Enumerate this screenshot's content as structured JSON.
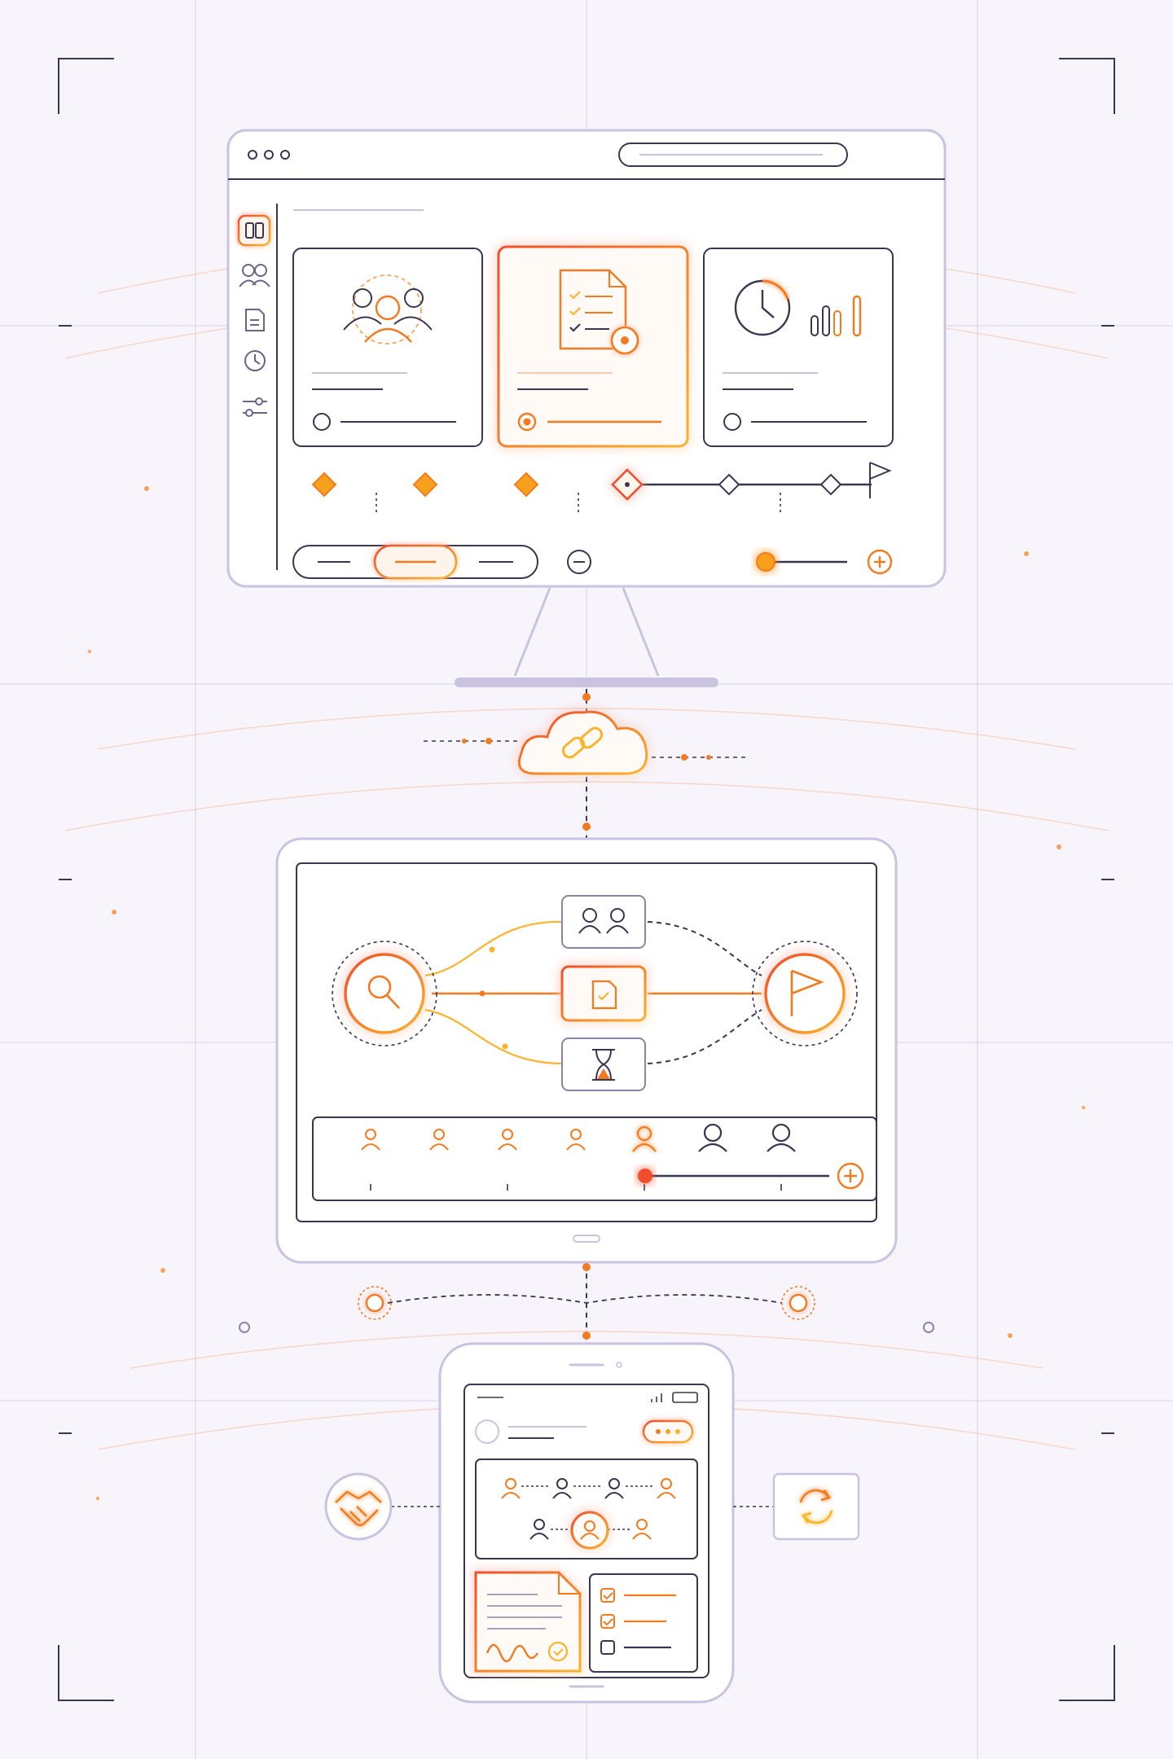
{
  "colors": {
    "background": "#f7f5fb",
    "outline": "#c9c3e0",
    "ink": "#3a3550",
    "accent": "#f47a1f",
    "accent_light": "#fbb32c",
    "accent_red": "#f04e2b",
    "grid": "#dcd8ea",
    "panel": "#ffffff"
  },
  "desktop": {
    "sidebar_icons": [
      "columns-icon",
      "users-icon",
      "document-icon",
      "clock-icon",
      "sliders-icon"
    ],
    "cards": [
      {
        "icon": "team-icon",
        "selected": false
      },
      {
        "icon": "checklist-document-icon",
        "selected": true
      },
      {
        "icon": "clock-chart-icon",
        "selected": false
      }
    ],
    "timeline": {
      "milestones_total": 6,
      "milestones_completed": 3,
      "current_milestone": 4
    },
    "segmented_control": {
      "options_total": 3,
      "selected_index": 1
    },
    "slider": {
      "fraction": 0.67
    }
  },
  "tablet": {
    "flow_nodes": [
      "users-icon",
      "document-check-icon",
      "hourglass-icon"
    ],
    "people_progress": {
      "total": 7,
      "active": 5,
      "fraction": 0.61
    }
  },
  "phone": {
    "checklist": [
      {
        "checked": true
      },
      {
        "checked": true
      },
      {
        "checked": false
      }
    ]
  },
  "side_badges": [
    "handshake-icon",
    "sync-icon"
  ]
}
